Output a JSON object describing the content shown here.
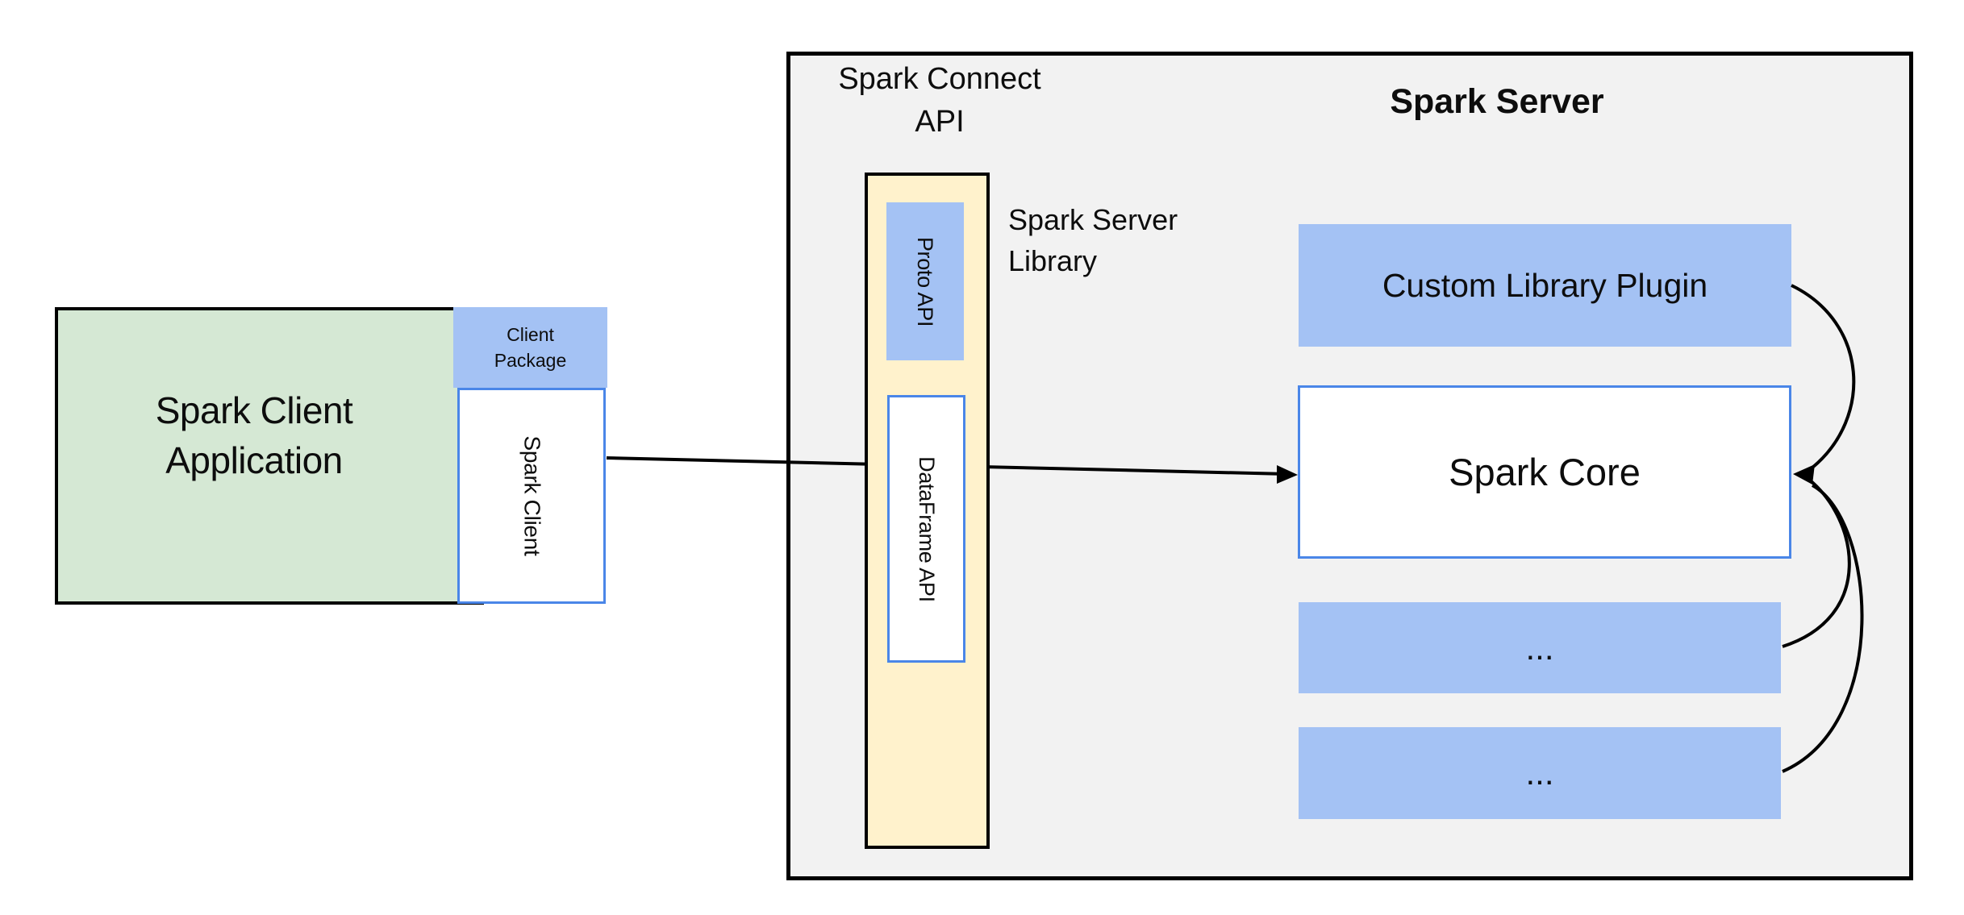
{
  "colors": {
    "green_fill": "#d5e8d4",
    "blue_fill": "#a4c2f4",
    "yellow_fill": "#fff2cc",
    "gray_fill": "#f2f2f2",
    "blue_border": "#4a86e8",
    "line_color": "#000000"
  },
  "client_group": {
    "app_title_line1": "Spark Client",
    "app_title_line2": "Application",
    "package_label_line1": "Client",
    "package_label_line2": "Package",
    "spark_client_label": "Spark Client"
  },
  "connect_group": {
    "title_line1": "Spark Connect",
    "title_line2": "API",
    "proto_api_label": "Proto API",
    "dataframe_api_label": "DataFrame API",
    "library_label_line1": "Spark Server",
    "library_label_line2": "Library"
  },
  "server_group": {
    "title": "Spark Server",
    "custom_plugin_label": "Custom Library Plugin",
    "spark_core_label": "Spark Core",
    "ellipsis_box1_label": "...",
    "ellipsis_box2_label": "..."
  }
}
